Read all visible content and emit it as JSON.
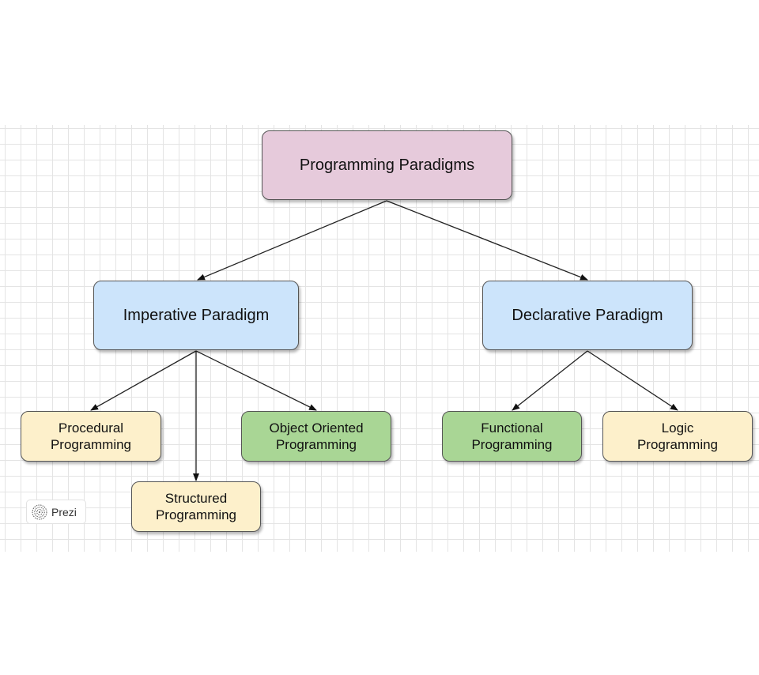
{
  "diagram": {
    "nodes": [
      {
        "id": "root",
        "label": "Programming Paradigms",
        "fill": "#e6cadb"
      },
      {
        "id": "imperative",
        "label": "Imperative Paradigm",
        "fill": "#cce4fb"
      },
      {
        "id": "declarative",
        "label": "Declarative Paradigm",
        "fill": "#cce4fb"
      },
      {
        "id": "procedural",
        "label_lines": [
          "Procedural",
          "Programming"
        ],
        "fill": "#fdf0cb"
      },
      {
        "id": "object_oriented",
        "label_lines": [
          "Object Oriented",
          "Programming"
        ],
        "fill": "#a9d695"
      },
      {
        "id": "structured",
        "label_lines": [
          "Structured",
          "Programming"
        ],
        "fill": "#fdf0cb"
      },
      {
        "id": "functional",
        "label_lines": [
          "Functional",
          "Programming"
        ],
        "fill": "#a9d695"
      },
      {
        "id": "logic",
        "label_lines": [
          "Logic",
          "Programming"
        ],
        "fill": "#fdf0cb"
      }
    ],
    "edges": [
      {
        "from": "root",
        "to": "imperative"
      },
      {
        "from": "root",
        "to": "declarative"
      },
      {
        "from": "imperative",
        "to": "procedural"
      },
      {
        "from": "imperative",
        "to": "structured"
      },
      {
        "from": "imperative",
        "to": "object_oriented"
      },
      {
        "from": "declarative",
        "to": "functional"
      },
      {
        "from": "declarative",
        "to": "logic"
      }
    ]
  },
  "watermark": {
    "label": "Prezi",
    "icon": "prezi-logo-icon"
  }
}
